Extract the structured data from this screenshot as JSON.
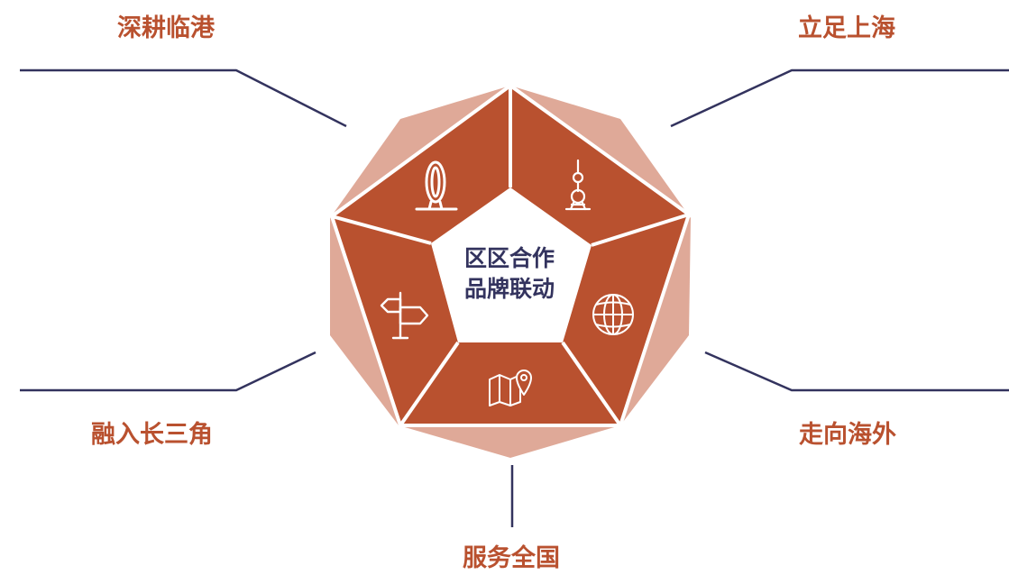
{
  "center": {
    "line1": "区区合作",
    "line2": "品牌联动"
  },
  "segments": [
    {
      "label": "深耕临港",
      "icon": "lighthouse-ring-icon"
    },
    {
      "label": "立足上海",
      "icon": "pearl-tower-icon"
    },
    {
      "label": "走向海外",
      "icon": "globe-icon"
    },
    {
      "label": "服务全国",
      "icon": "map-pin-icon"
    },
    {
      "label": "融入长三角",
      "icon": "signpost-icon"
    }
  ],
  "colors": {
    "segment_fill": "#b9512f",
    "outer_fill": "#dfa998",
    "connector": "#33335e",
    "label_text": "#b9512f",
    "center_text": "#33335e"
  }
}
